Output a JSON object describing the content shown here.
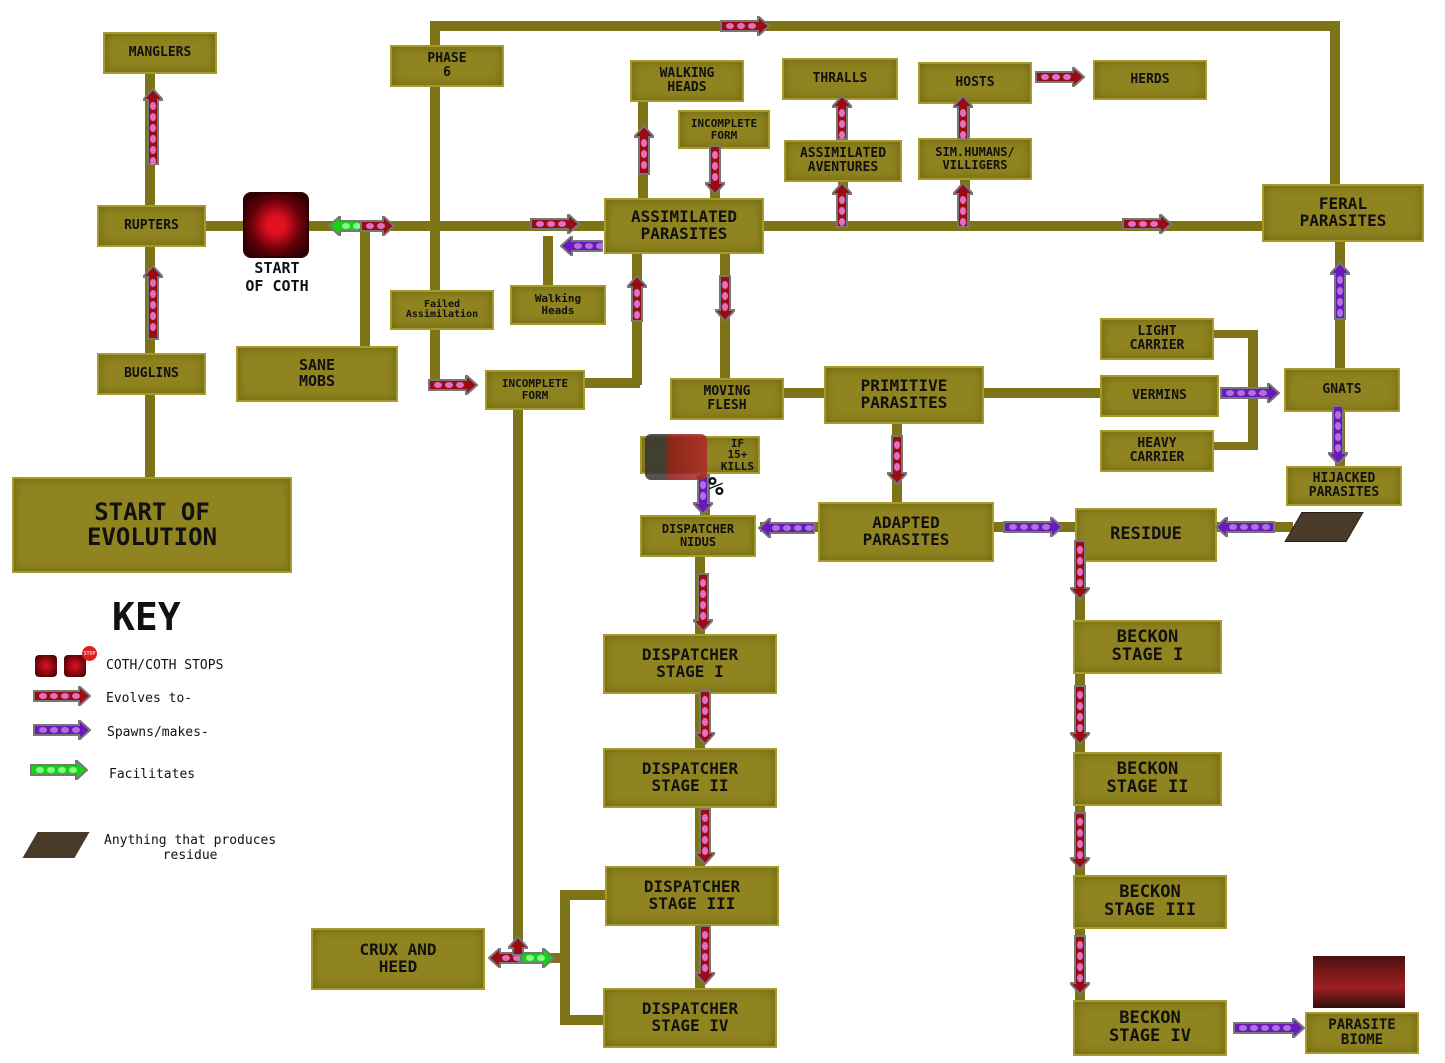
{
  "nodes": {
    "manglers": "MANGLERS",
    "phase6": "PHASE\n6",
    "walking_heads": "WALKING\nHEADS",
    "incomplete_form_top": "INCOMPLETE\nFORM",
    "thralls": "THRALLS",
    "hosts": "HOSTS",
    "herds": "HERDS",
    "assimilated_adventures": "ASSIMILATED\nAVENTURES",
    "sim_humans": "SIM.HUMANS/\nVILLIGERS",
    "assimilated_parasites": "ASSIMILATED\nPARASITES",
    "feral_parasites": "FERAL\nPARASITES",
    "rupters": "RUPTERS",
    "failed_assimilation": "Failed\nAssimilation",
    "walking_heads_small": "Walking\nHeads",
    "sane_mobs": "SANE\nMOBS",
    "buglins": "BUGLINS",
    "incomplete_form_low": "INCOMPLETE\nFORM",
    "light_carrier": "LIGHT\nCARRIER",
    "vermins": "VERMINS",
    "heavy_carrier": "HEAVY\nCARRIER",
    "gnats": "GNATS",
    "moving_flesh": "MOVING\nFLESH",
    "primitive_parasites": "PRIMITIVE\nPARASITES",
    "if_kills": "IF\n15+\nKILLS",
    "hijacked_parasites": "HIJACKED\nPARASITES",
    "start_of_evolution": "START OF\nEVOLUTION",
    "dispatcher_nidus": "DISPATCHER\nNIDUS",
    "adapted_parasites": "ADAPTED\nPARASITES",
    "residue": "RESIDUE",
    "beckon_1": "BECKON\nSTAGE I",
    "beckon_2": "BECKON\nSTAGE II",
    "beckon_3": "BECKON\nSTAGE III",
    "beckon_4": "BECKON\nSTAGE IV",
    "dispatcher_1": "DISPATCHER\nSTAGE I",
    "dispatcher_2": "DISPATCHER\nSTAGE II",
    "dispatcher_3": "DISPATCHER\nSTAGE III",
    "dispatcher_4": "DISPATCHER\nSTAGE IV",
    "crux_and_heed": "CRUX AND\nHEED",
    "parasite_biome": "PARASITE\nBIOME"
  },
  "start_coth": "START\nOF COTH",
  "percent_label": "%",
  "key": {
    "title": "KEY",
    "coth": "COTH/COTH STOPS",
    "evolves": "Evolves to-",
    "spawns": "Spawns/makes-",
    "facilitates": "Facilitates",
    "residue": "Anything that produces\nresidue",
    "stop_badge": "STOP"
  },
  "colors": {
    "evolve": "#9a0c14",
    "evolve_dot": "#e070c0",
    "spawn": "#6a1ab8",
    "facilitate": "#18d018",
    "node": "#8f8420",
    "line": "#7d7418"
  }
}
